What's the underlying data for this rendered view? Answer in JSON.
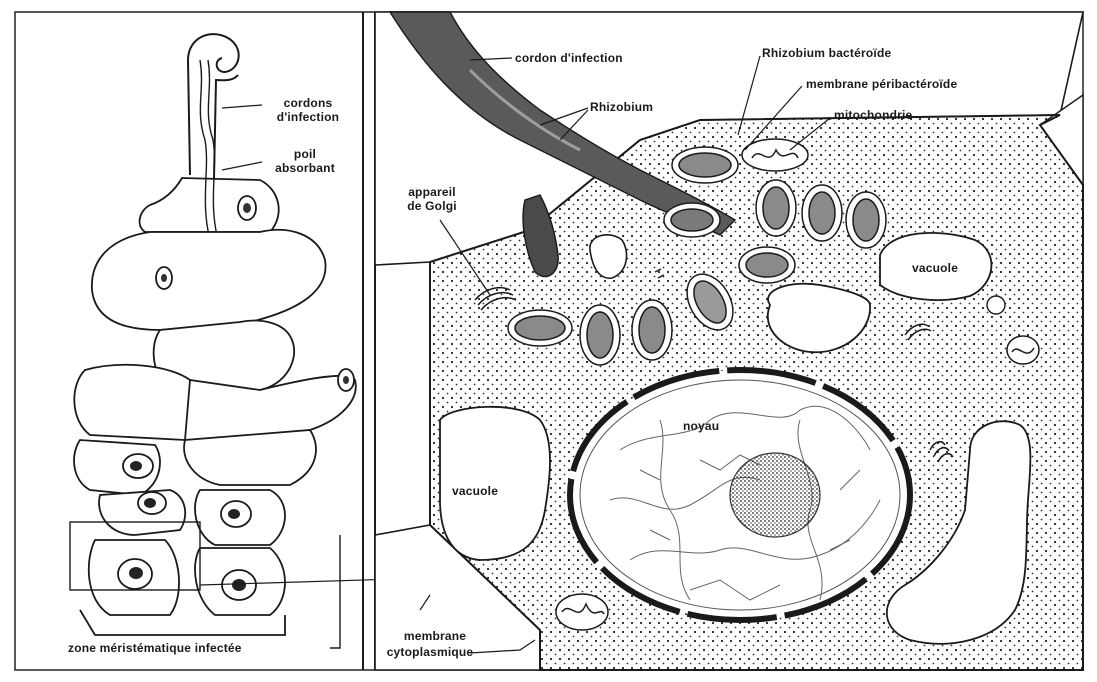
{
  "left_panel": {
    "labels": {
      "cordons_line1": "cordons",
      "cordons_line2": "d'infection",
      "poil_line1": "poil",
      "poil_line2": "absorbant",
      "zone": "zone méristématique infectée"
    }
  },
  "right_panel": {
    "labels": {
      "cordon": "cordon d'infection",
      "rhizobium_bacteroide": "Rhizobium bactéroïde",
      "membrane_peribacteroide": "membrane péribactéroïde",
      "mitochondrie": "mitochondrie",
      "rhizobium": "Rhizobium",
      "golgi_line1": "appareil",
      "golgi_line2": "de Golgi",
      "vacuole_right": "vacuole",
      "noyau": "noyau",
      "vacuole_left": "vacuole",
      "membrane_line1": "membrane",
      "membrane_line2": "cytoplasmique"
    }
  },
  "colors": {
    "ink": "#1a1a1a",
    "paper": "#ffffff",
    "bacteroid_fill": "#8a8a8a",
    "infection_thread": "#4a4a4a"
  }
}
